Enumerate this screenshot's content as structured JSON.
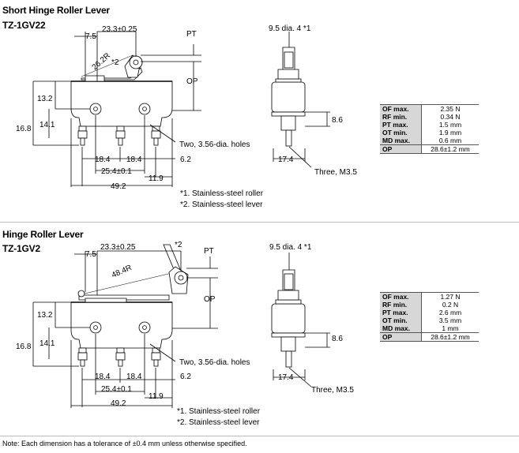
{
  "sections": [
    {
      "title": "Short Hinge Roller Lever",
      "model": "TZ-1GV22",
      "dims": {
        "d_7_5": "7.5",
        "d_23_3": "23.3±0.25",
        "d_radius": "26.2R",
        "n2": "*2",
        "pt": "PT",
        "op": "OP",
        "d_13_2": "13.2",
        "d_16_8": "16.8",
        "d_14_1": "14.1",
        "d_18_4a": "18.4",
        "d_18_4b": "18.4",
        "d_6_2": "6.2",
        "d_25_4": "25.4±0.1",
        "d_11_9": "11.9",
        "d_49_2": "49.2",
        "holes": "Two, 3.56-dia. holes",
        "roller_dia": "9.5 dia. 4 *1",
        "d_8_6": "8.6",
        "d_17_4": "17.4",
        "three": "Three, M3.5",
        "note1": "*1. Stainless-steel roller",
        "note2": "*2. Stainless-steel lever"
      },
      "spec": [
        {
          "k": "OF max.",
          "v": "2.35 N"
        },
        {
          "k": "RF min.",
          "v": "0.34 N"
        },
        {
          "k": "PT max.",
          "v": "1.5 mm"
        },
        {
          "k": "OT min.",
          "v": "1.9 mm"
        },
        {
          "k": "MD max.",
          "v": "0.6 mm"
        },
        {
          "k": "OP",
          "v": "28.6±1.2 mm"
        }
      ]
    },
    {
      "title": "Hinge Roller Lever",
      "model": "TZ-1GV2",
      "dims": {
        "d_7_5": "7.5",
        "d_23_3": "23.3±0.25",
        "d_radius": "48.4R",
        "n2": "*2",
        "pt": "PT",
        "op": "OP",
        "d_13_2": "13.2",
        "d_16_8": "16.8",
        "d_14_1": "14.1",
        "d_18_4a": "18.4",
        "d_18_4b": "18.4",
        "d_6_2": "6.2",
        "d_25_4": "25.4±0.1",
        "d_11_9": "11.9",
        "d_49_2": "49.2",
        "holes": "Two, 3.56-dia. holes",
        "roller_dia": "9.5 dia. 4 *1",
        "d_8_6": "8.6",
        "d_17_4": "17.4",
        "three": "Three, M3.5",
        "note1": "*1. Stainless-steel roller",
        "note2": "*2. Stainless-steel lever"
      },
      "spec": [
        {
          "k": "OF max.",
          "v": "1.27 N"
        },
        {
          "k": "RF min.",
          "v": "0.2 N"
        },
        {
          "k": "PT max.",
          "v": "2.6 mm"
        },
        {
          "k": "OT min.",
          "v": "3.5 mm"
        },
        {
          "k": "MD max.",
          "v": "1 mm"
        },
        {
          "k": "OP",
          "v": "28.6±1.2 mm"
        }
      ]
    }
  ],
  "footnote": "Note: Each dimension has a tolerance of ±0.4 mm unless otherwise specified."
}
